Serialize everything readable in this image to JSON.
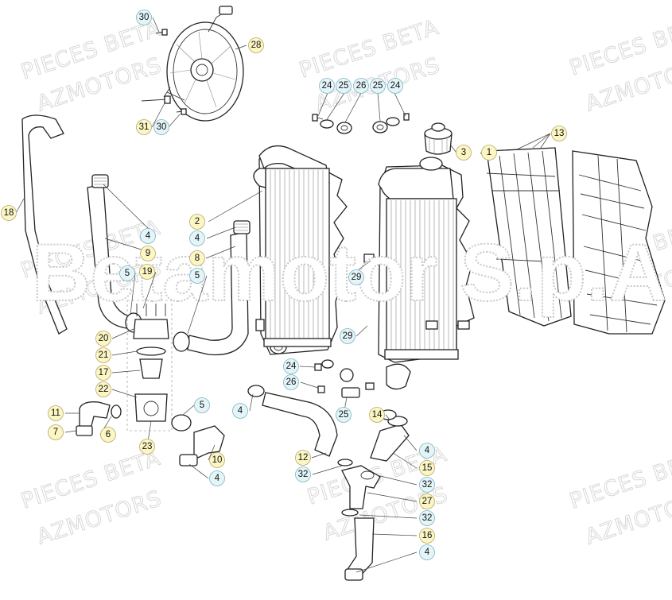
{
  "watermarks": {
    "pieces": "PIECES BETA",
    "azmotors": "AZMOTORS",
    "center": "Betamotor S.p.A."
  },
  "callouts": [
    {
      "label": "30",
      "style": "blue"
    },
    {
      "label": "28",
      "style": "yellow"
    },
    {
      "label": "31",
      "style": "yellow"
    },
    {
      "label": "30",
      "style": "blue"
    },
    {
      "label": "24",
      "style": "blue"
    },
    {
      "label": "25",
      "style": "blue"
    },
    {
      "label": "26",
      "style": "blue"
    },
    {
      "label": "25",
      "style": "blue"
    },
    {
      "label": "24",
      "style": "blue"
    },
    {
      "label": "3",
      "style": "yellow"
    },
    {
      "label": "1",
      "style": "yellow"
    },
    {
      "label": "13",
      "style": "yellow"
    },
    {
      "label": "18",
      "style": "yellow"
    },
    {
      "label": "2",
      "style": "yellow"
    },
    {
      "label": "4",
      "style": "blue"
    },
    {
      "label": "4",
      "style": "blue"
    },
    {
      "label": "9",
      "style": "yellow"
    },
    {
      "label": "8",
      "style": "yellow"
    },
    {
      "label": "5",
      "style": "blue"
    },
    {
      "label": "19",
      "style": "yellow"
    },
    {
      "label": "5",
      "style": "blue"
    },
    {
      "label": "29",
      "style": "blue"
    },
    {
      "label": "29",
      "style": "blue"
    },
    {
      "label": "20",
      "style": "yellow"
    },
    {
      "label": "21",
      "style": "yellow"
    },
    {
      "label": "17",
      "style": "yellow"
    },
    {
      "label": "22",
      "style": "yellow"
    },
    {
      "label": "24",
      "style": "blue"
    },
    {
      "label": "26",
      "style": "blue"
    },
    {
      "label": "4",
      "style": "blue"
    },
    {
      "label": "25",
      "style": "blue"
    },
    {
      "label": "14",
      "style": "yellow"
    },
    {
      "label": "11",
      "style": "yellow"
    },
    {
      "label": "7",
      "style": "yellow"
    },
    {
      "label": "6",
      "style": "yellow"
    },
    {
      "label": "5",
      "style": "blue"
    },
    {
      "label": "23",
      "style": "yellow"
    },
    {
      "label": "10",
      "style": "yellow"
    },
    {
      "label": "4",
      "style": "blue"
    },
    {
      "label": "12",
      "style": "yellow"
    },
    {
      "label": "32",
      "style": "blue"
    },
    {
      "label": "4",
      "style": "blue"
    },
    {
      "label": "15",
      "style": "yellow"
    },
    {
      "label": "32",
      "style": "blue"
    },
    {
      "label": "27",
      "style": "yellow"
    },
    {
      "label": "32",
      "style": "blue"
    },
    {
      "label": "16",
      "style": "yellow"
    },
    {
      "label": "4",
      "style": "blue"
    }
  ]
}
